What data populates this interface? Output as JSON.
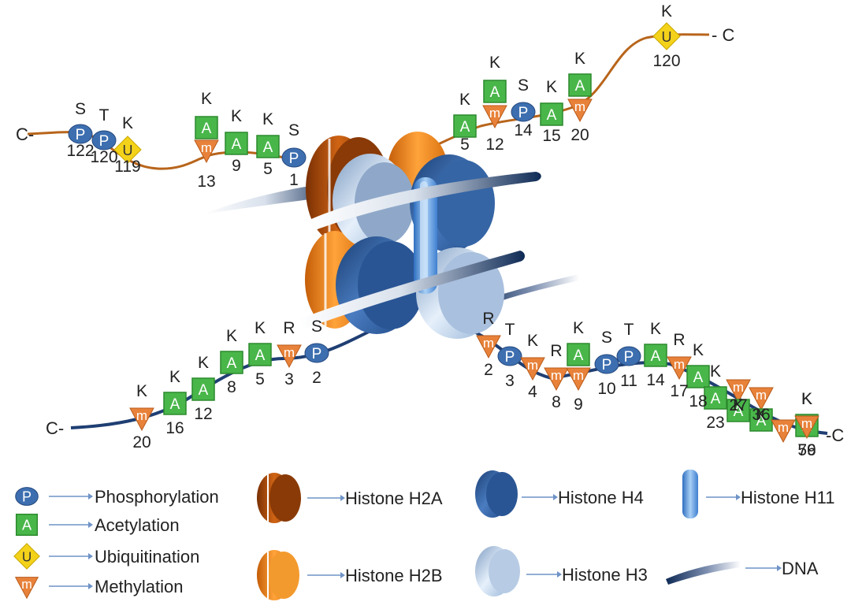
{
  "tails": {
    "h2a": {
      "end_label": "C-",
      "marks": [
        {
          "type": "P",
          "aa": "S",
          "pos": "122"
        },
        {
          "type": "P",
          "aa": "T",
          "pos": "120"
        },
        {
          "type": "U",
          "aa": "K",
          "pos": "119"
        },
        {
          "type": "A",
          "aa": "K",
          "pos": "13"
        },
        {
          "type": "m",
          "aa": "",
          "pos": ""
        },
        {
          "type": "A",
          "aa": "K",
          "pos": "9"
        },
        {
          "type": "A",
          "aa": "K",
          "pos": "5"
        },
        {
          "type": "P",
          "aa": "S",
          "pos": "1"
        }
      ]
    },
    "h2b": {
      "end_label": "- C",
      "marks": [
        {
          "type": "A",
          "aa": "K",
          "pos": "5"
        },
        {
          "type": "A",
          "aa": "K",
          "pos": "12"
        },
        {
          "type": "m",
          "aa": "",
          "pos": ""
        },
        {
          "type": "P",
          "aa": "S",
          "pos": "14"
        },
        {
          "type": "A",
          "aa": "K",
          "pos": "15"
        },
        {
          "type": "A",
          "aa": "K",
          "pos": "20"
        },
        {
          "type": "m",
          "aa": "",
          "pos": ""
        },
        {
          "type": "U",
          "aa": "K",
          "pos": "120"
        }
      ]
    },
    "h4": {
      "end_label": "C-",
      "marks": [
        {
          "type": "m",
          "aa": "K",
          "pos": "20"
        },
        {
          "type": "A",
          "aa": "K",
          "pos": "16"
        },
        {
          "type": "A",
          "aa": "K",
          "pos": "12"
        },
        {
          "type": "A",
          "aa": "K",
          "pos": "8"
        },
        {
          "type": "A",
          "aa": "K",
          "pos": "5"
        },
        {
          "type": "m",
          "aa": "R",
          "pos": "3"
        },
        {
          "type": "P",
          "aa": "S",
          "pos": "2"
        }
      ]
    },
    "h3": {
      "end_label": "-C",
      "marks": [
        {
          "type": "m",
          "aa": "R",
          "pos": "2"
        },
        {
          "type": "P",
          "aa": "T",
          "pos": "3"
        },
        {
          "type": "m",
          "aa": "K",
          "pos": "4"
        },
        {
          "type": "m",
          "aa": "R",
          "pos": "8"
        },
        {
          "type": "A",
          "aa": "K",
          "pos": "9"
        },
        {
          "type": "m",
          "aa": "",
          "pos": ""
        },
        {
          "type": "P",
          "aa": "S",
          "pos": "10"
        },
        {
          "type": "P",
          "aa": "T",
          "pos": "11"
        },
        {
          "type": "A",
          "aa": "K",
          "pos": "14"
        },
        {
          "type": "m",
          "aa": "R",
          "pos": "17"
        },
        {
          "type": "A",
          "aa": "K",
          "pos": "18"
        },
        {
          "type": "A",
          "aa": "K",
          "pos": "23"
        },
        {
          "type": "m",
          "aa": "",
          "pos": ""
        },
        {
          "type": "A",
          "aa": "K",
          "pos": "27"
        },
        {
          "type": "m",
          "aa": "",
          "pos": ""
        },
        {
          "type": "A",
          "aa": "K",
          "pos": "36"
        },
        {
          "type": "m",
          "aa": "",
          "pos": ""
        },
        {
          "type": "A",
          "aa": "K",
          "pos": "56"
        },
        {
          "type": "m",
          "aa": "K",
          "pos": "79"
        }
      ]
    }
  },
  "legend": {
    "modifications": [
      {
        "symbol": "P",
        "label": "Phosphorylation"
      },
      {
        "symbol": "A",
        "label": "Acetylation"
      },
      {
        "symbol": "U",
        "label": "Ubiquitination"
      },
      {
        "symbol": "m",
        "label": "Methylation"
      }
    ],
    "histones": [
      {
        "key": "h2a",
        "label": "Histone H2A"
      },
      {
        "key": "h2b",
        "label": "Histone H2B"
      },
      {
        "key": "h4",
        "label": "Histone H4"
      },
      {
        "key": "h3",
        "label": "Histone H3"
      },
      {
        "key": "h11",
        "label": "Histone H11"
      },
      {
        "key": "dna",
        "label": "DNA"
      }
    ]
  },
  "colors": {
    "h2a": "#c8580a",
    "h2b": "#ef8a1e",
    "h4": "#2f5f9e",
    "h3": "#a9c4e2",
    "h11": "#5b9be0",
    "dna": "#1f3f73",
    "tail_orange": "#b8651b",
    "tail_blue": "#1f3f73",
    "phos": "#3d6fb0",
    "acet": "#49b64a",
    "ubiq": "#f4d21a",
    "meth": "#e8823a",
    "arrow": "#6f93c7"
  }
}
